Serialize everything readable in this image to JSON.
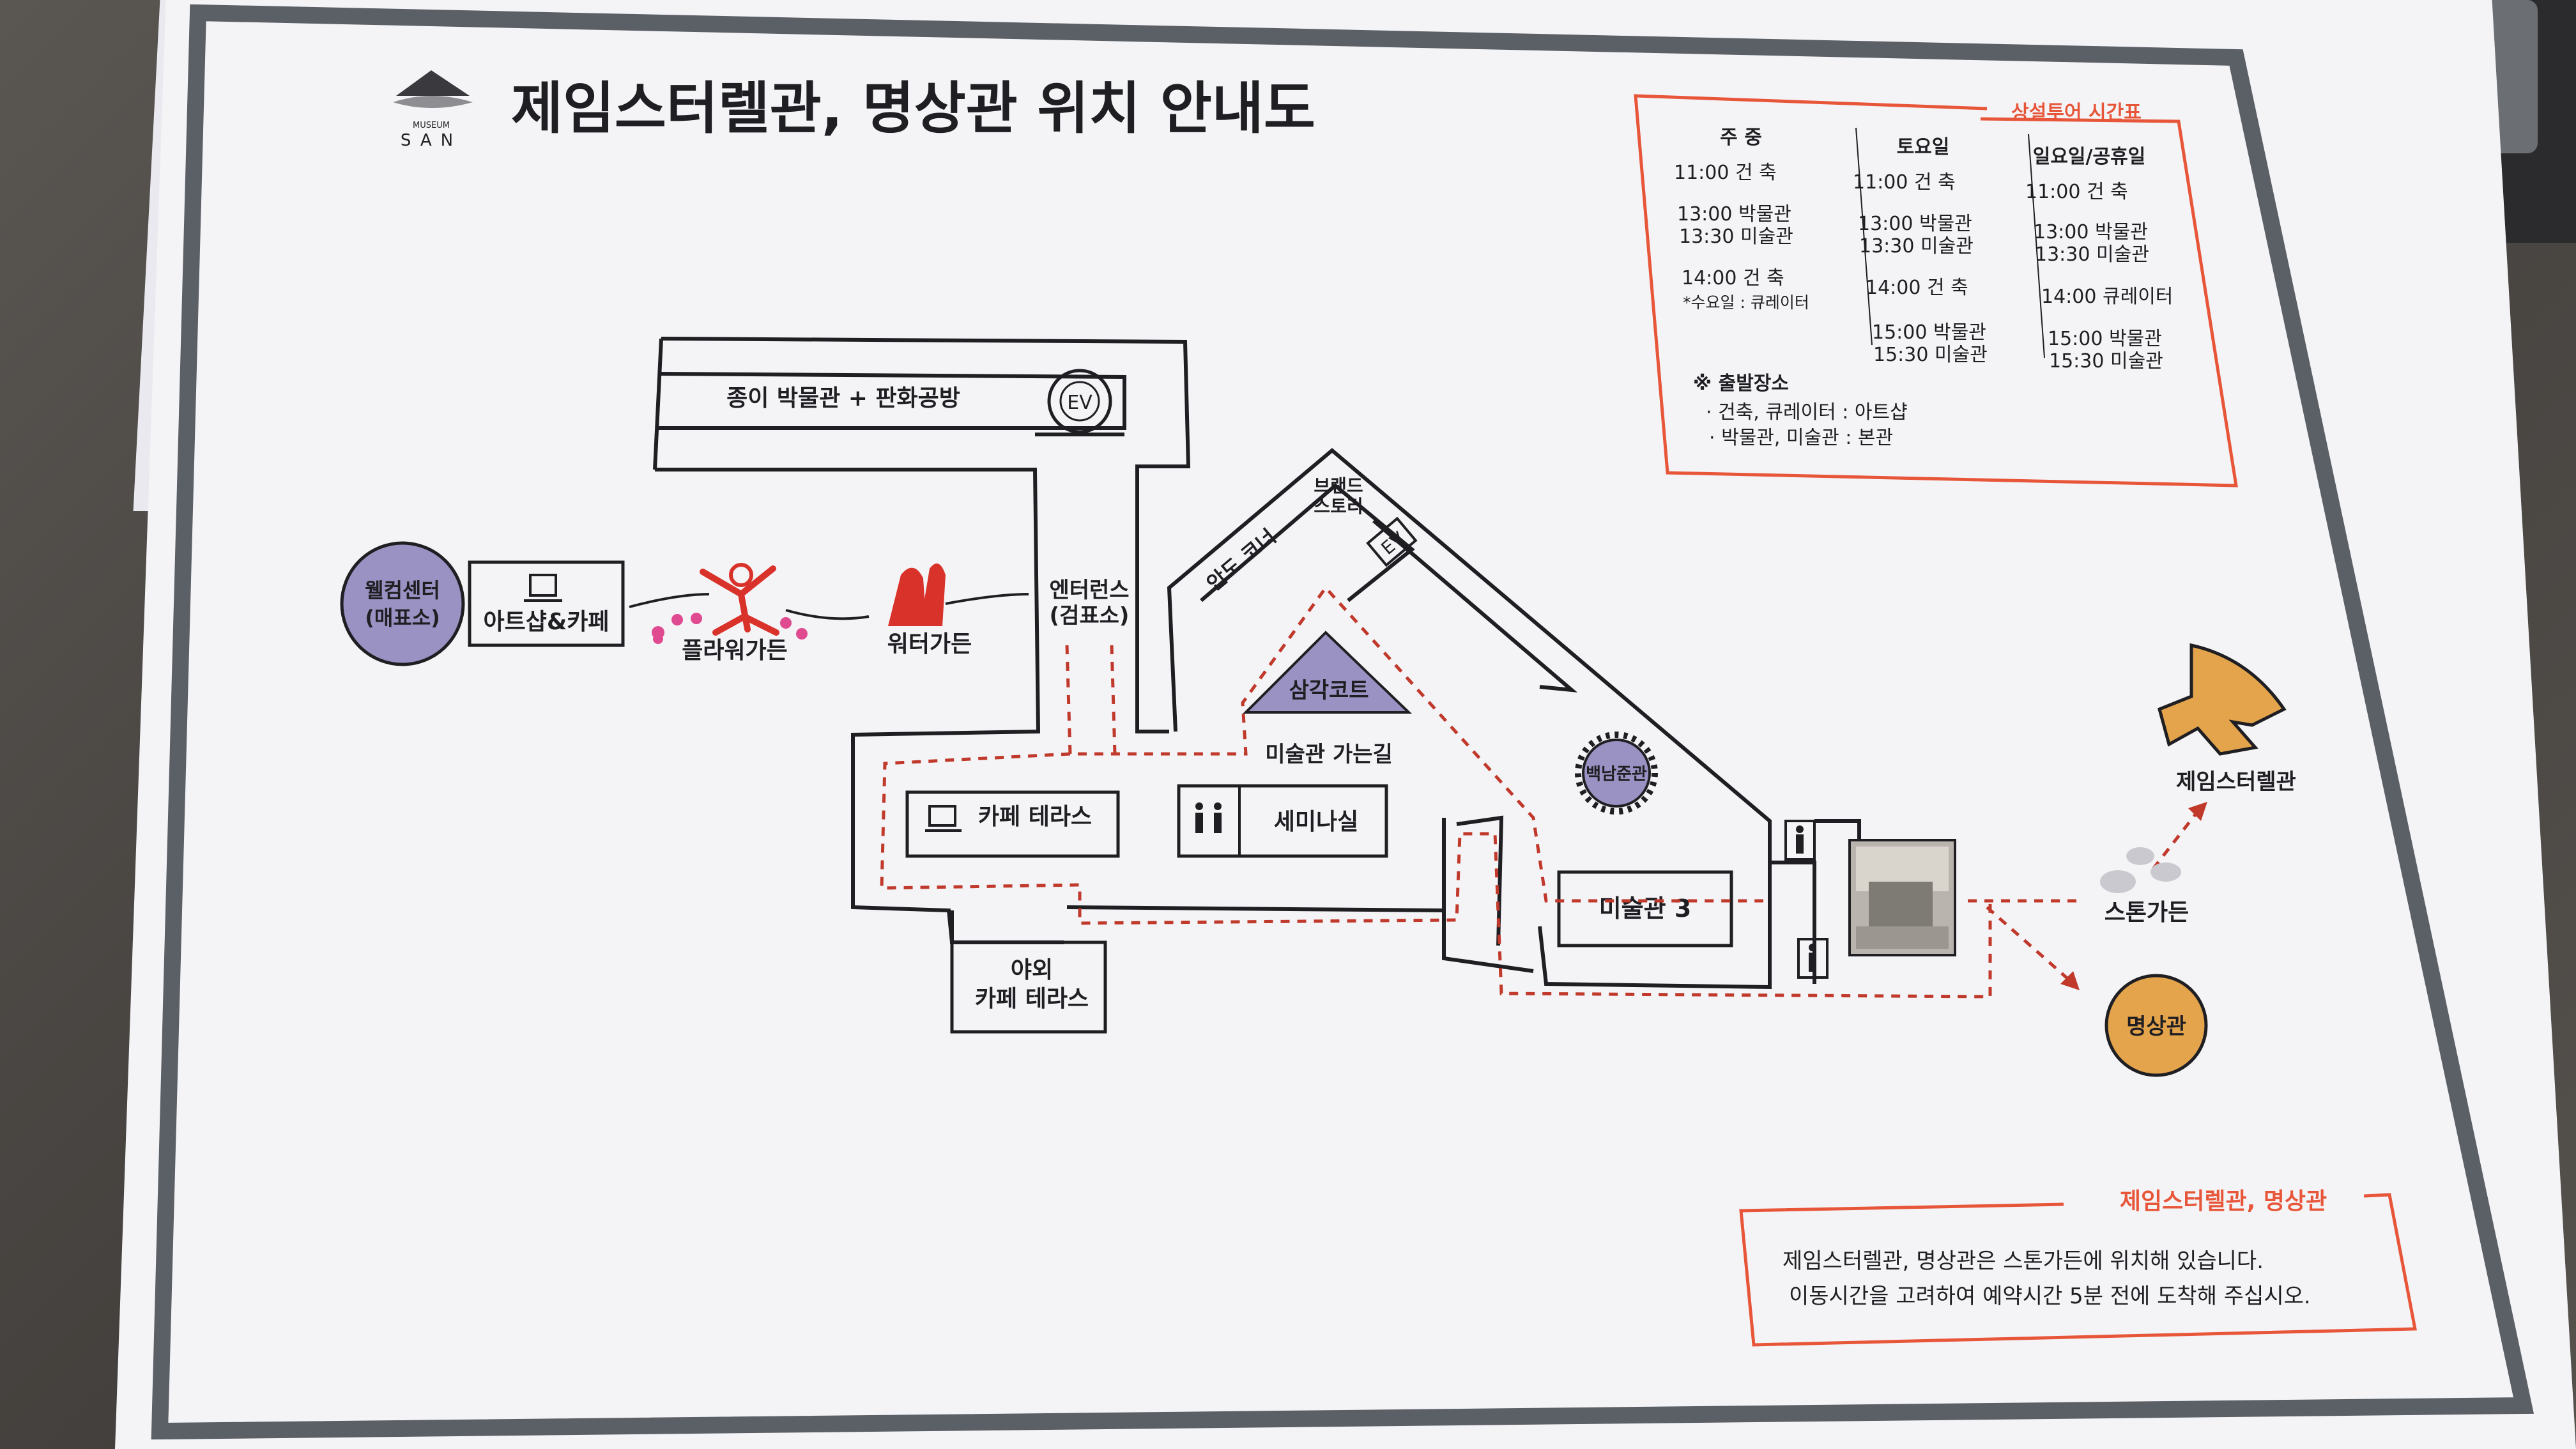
{
  "header": {
    "logo_word": "MUSEUM",
    "logo_name": "SAN",
    "title": "제임스터렐관, 명상관 위치 안내도"
  },
  "schedule": {
    "title": "상설투어 시간표",
    "columns": [
      {
        "heading": "주 중",
        "entries": [
          "11:00 건 축",
          "13:00 박물관",
          "13:30 미술관",
          "14:00 건 축",
          "*수요일 : 큐레이터"
        ]
      },
      {
        "heading": "토요일",
        "entries": [
          "11:00 건 축",
          "13:00 박물관",
          "13:30 미술관",
          "14:00 건 축",
          "15:00 박물관",
          "15:30 미술관"
        ]
      },
      {
        "heading": "일요일/공휴일",
        "entries": [
          "11:00 건 축",
          "13:00 박물관",
          "13:30 미술관",
          "14:00 큐레이터",
          "15:00 박물관",
          "15:30 미술관"
        ]
      }
    ],
    "departure_title": "※ 출발장소",
    "departure_lines": [
      "· 건축, 큐레이터 : 아트샵",
      "· 박물관, 미술관 : 본관"
    ]
  },
  "map": {
    "paper_museum": "종이 박물관 + 판화공방",
    "ev_top": "EV",
    "welcome_center": "웰컴센터",
    "welcome_center_sub": "(매표소)",
    "artshop": "아트샵&카페",
    "flower_garden": "플라워가든",
    "water_garden": "워터가든",
    "entrance": "엔터런스",
    "entrance_sub": "(검표소)",
    "brand_story_1": "브랜드",
    "brand_story_2": "스토리",
    "ev_brand": "EV",
    "indo_corner": "안도 코너",
    "triangle_court": "삼각코트",
    "to_gallery": "미술관 가는길",
    "paik_hall": "백남준관",
    "cafe_terrace": "카페 테라스",
    "seminar": "세미나실",
    "outdoor_cafe_1": "야외",
    "outdoor_cafe_2": "카페 테라스",
    "gallery3": "미술관 3",
    "stone_garden": "스톤가든",
    "james_turrell": "제임스터렐관",
    "meditation": "명상관"
  },
  "notice": {
    "title": "제임스터렐관, 명상관",
    "line1": "제임스터렐관, 명상관은 스톤가든에 위치해 있습니다.",
    "line2": "이동시간을 고려하여 예약시간 5분 전에 도착해 주십시오."
  },
  "colors": {
    "accent_orange": "#e8563a",
    "purple": "#9a92c3",
    "gold": "#e4a44c",
    "red_path": "#c0392b",
    "frame": "#5b5f66"
  }
}
